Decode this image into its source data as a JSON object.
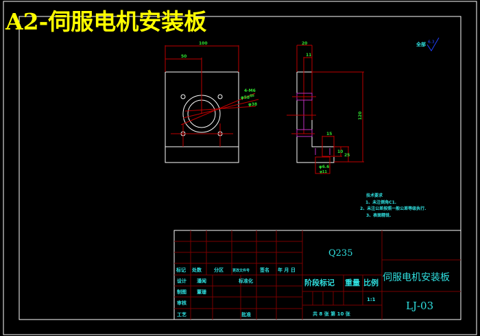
{
  "title": "A2-伺服电机安装板",
  "front_view": {
    "dim_width": "100",
    "dim_half": "50",
    "dim_holes": "4-M6",
    "dim_hole_depth": "深8",
    "dim_outer_dia": "φ58",
    "dim_inner_dia": "φ38"
  },
  "side_view": {
    "dim_thickness": "20",
    "dim_step": "11",
    "dim_height": "120",
    "dim_foot_w": "15",
    "dim_foot_h": "10",
    "dim_foot_total": "25",
    "dim_bore_small": "φ6.6",
    "dim_bore_large": "φ11"
  },
  "roughness": {
    "label": "全部",
    "value": "6.3"
  },
  "tech_notes": {
    "title": "技术要求",
    "items": [
      "1、未注倒角C1.",
      "2、未注公差按照一般公差等级执行.",
      "3、表面精铣."
    ]
  },
  "title_block": {
    "headers": [
      "标记",
      "处数",
      "分区",
      "更改文件号",
      "签名",
      "年 月 日"
    ],
    "rows": [
      "设计",
      "制图",
      "审核",
      "工艺"
    ],
    "designer": "潘闻",
    "drafter": "董珊",
    "standardization": "标准化",
    "approval": "批准",
    "material": "Q235",
    "stage_mark": "阶段标记",
    "weight": "重量",
    "scale_label": "比例",
    "scale": "1:1",
    "sheets": "共 8 张 第 10 张",
    "part_name": "伺服电机安装板",
    "drawing_no": "LJ-03"
  }
}
